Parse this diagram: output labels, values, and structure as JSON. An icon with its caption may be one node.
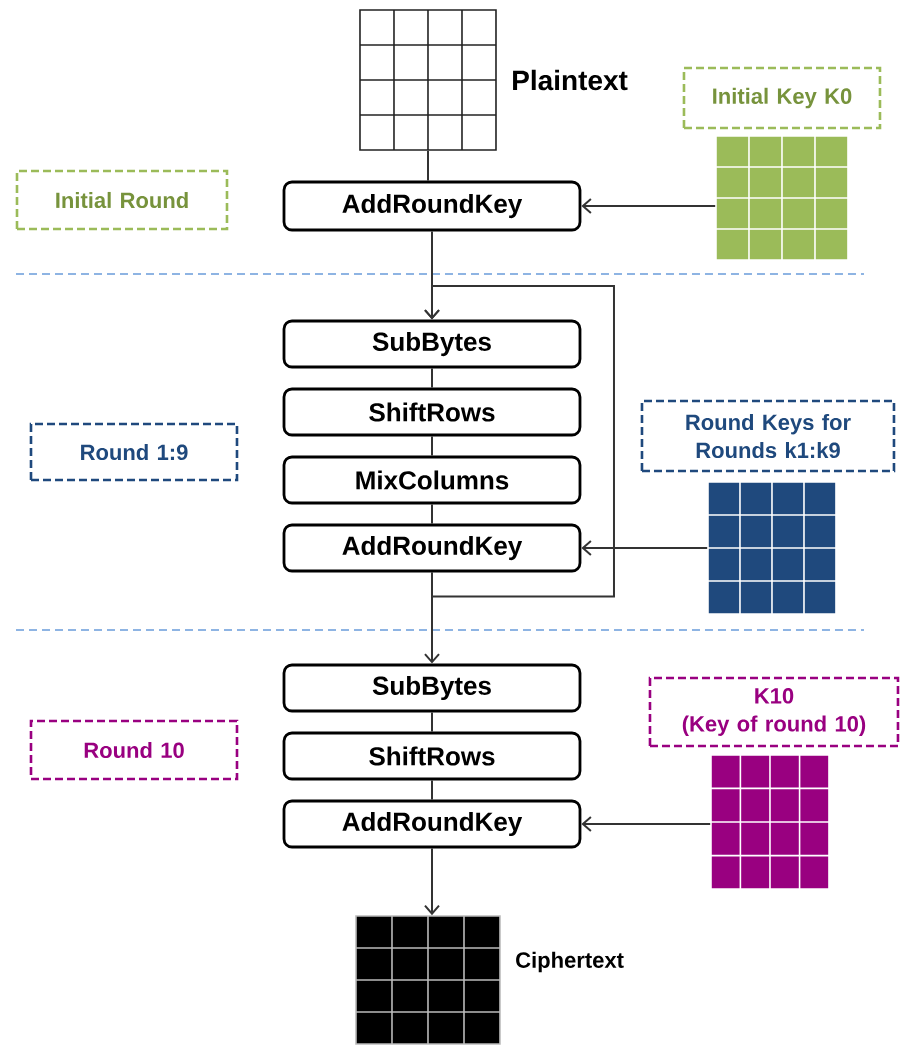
{
  "diagram": {
    "nodes": [
      {
        "text": [],
        "shape": "grid",
        "beside": [
          "Plaintext"
        ]
      },
      {
        "text": [
          "Initial Key K0"
        ]
      },
      {
        "text": [
          "Initial Round"
        ]
      },
      {
        "text": [
          "AddRoundKey"
        ]
      },
      {
        "text": [],
        "shape": "grid"
      },
      {
        "text": [
          "SubBytes"
        ]
      },
      {
        "text": [
          "ShiftRows"
        ]
      },
      {
        "text": [
          "Round 1:9"
        ]
      },
      {
        "text": [
          "Round Keys for Rounds k1:k9"
        ]
      },
      {
        "text": [
          "MixColumns"
        ]
      },
      {
        "text": [
          "AddRoundKey"
        ]
      },
      {
        "text": [],
        "shape": "grid"
      },
      {
        "text": [
          "SubBytes"
        ]
      },
      {
        "text": [
          "K10",
          "(Key of round 10)"
        ]
      },
      {
        "text": [
          "Round 10"
        ]
      },
      {
        "text": [
          "ShiftRows"
        ]
      },
      {
        "text": [
          "AddRoundKey"
        ]
      },
      {
        "text": [],
        "shape": "grid"
      },
      {
        "text": [],
        "shape": "grid",
        "beside": [
          "Ciphertext"
        ]
      }
    ],
    "edges": [
      {
        "from": 0,
        "to": 3,
        "arrow": "none"
      },
      {
        "from": 4,
        "to": 3,
        "arrow": "to"
      },
      {
        "from": 3,
        "to": 5,
        "arrow": "to"
      },
      {
        "from": 5,
        "to": 6,
        "arrow": "none"
      },
      {
        "from": 6,
        "to": 9,
        "arrow": "none"
      },
      {
        "from": 9,
        "to": 10,
        "arrow": "none"
      },
      {
        "from": 11,
        "to": 10,
        "arrow": "to"
      },
      {
        "from": 10,
        "to": 5,
        "arrow": "to"
      },
      {
        "from": 10,
        "to": 12,
        "arrow": "to"
      },
      {
        "from": 12,
        "to": 15,
        "arrow": "none"
      },
      {
        "from": 15,
        "to": 16,
        "arrow": "none"
      },
      {
        "from": 17,
        "to": 16,
        "arrow": "to"
      },
      {
        "from": 16,
        "to": 18,
        "arrow": "to"
      }
    ]
  }
}
